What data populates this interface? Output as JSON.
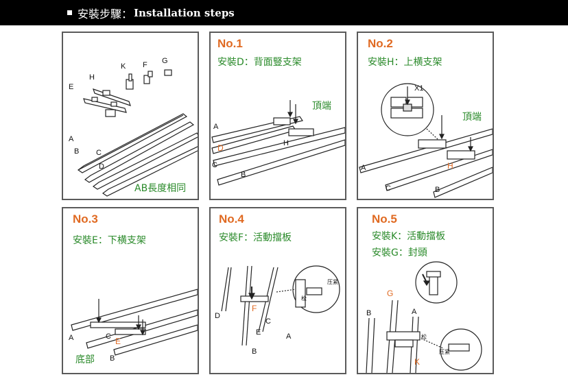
{
  "header": {
    "title_cn": "安裝步驟：",
    "title_en": "Installation steps"
  },
  "panels": [
    {
      "id": "parts",
      "note": "AB長度相同",
      "labels": {
        "A": "A",
        "B": "B",
        "C": "C",
        "D": "D",
        "E": "E",
        "H": "H",
        "K": "K",
        "F": "F",
        "G": "G"
      }
    },
    {
      "id": "step1",
      "no": "No.1",
      "lines": [
        "安裝D：背面豎支架"
      ],
      "top_label": "頂端",
      "labels": {
        "A": "A",
        "D": "D",
        "H": "H",
        "C": "C",
        "B": "B"
      }
    },
    {
      "id": "step2",
      "no": "No.2",
      "lines": [
        "安裝H：上横支架"
      ],
      "top_label": "頂端",
      "x1": "X1",
      "labels": {
        "A": "A",
        "C": "C",
        "B": "B",
        "H": "H"
      }
    },
    {
      "id": "step3",
      "no": "No.3",
      "lines": [
        "安裝E：下横支架"
      ],
      "bottom_label": "底部",
      "labels": {
        "A": "A",
        "C": "C",
        "E": "E",
        "B": "B"
      }
    },
    {
      "id": "step4",
      "no": "No.4",
      "lines": [
        "安裝F：活動擋板"
      ],
      "press": "压紧",
      "loose": "松",
      "labels": {
        "D": "D",
        "F": "F",
        "C": "C",
        "E": "E",
        "A": "A",
        "B": "B"
      }
    },
    {
      "id": "step5",
      "no": "No.5",
      "lines": [
        "安裝K：活動擋板",
        "安裝G：封頭"
      ],
      "press": "压紧",
      "loose": "松",
      "labels": {
        "G": "G",
        "B": "B",
        "A": "A",
        "K": "K"
      }
    }
  ],
  "colors": {
    "orange": "#e06a22",
    "green": "#2a8a2a",
    "border": "#5a5a5a",
    "ink": "#111111"
  }
}
